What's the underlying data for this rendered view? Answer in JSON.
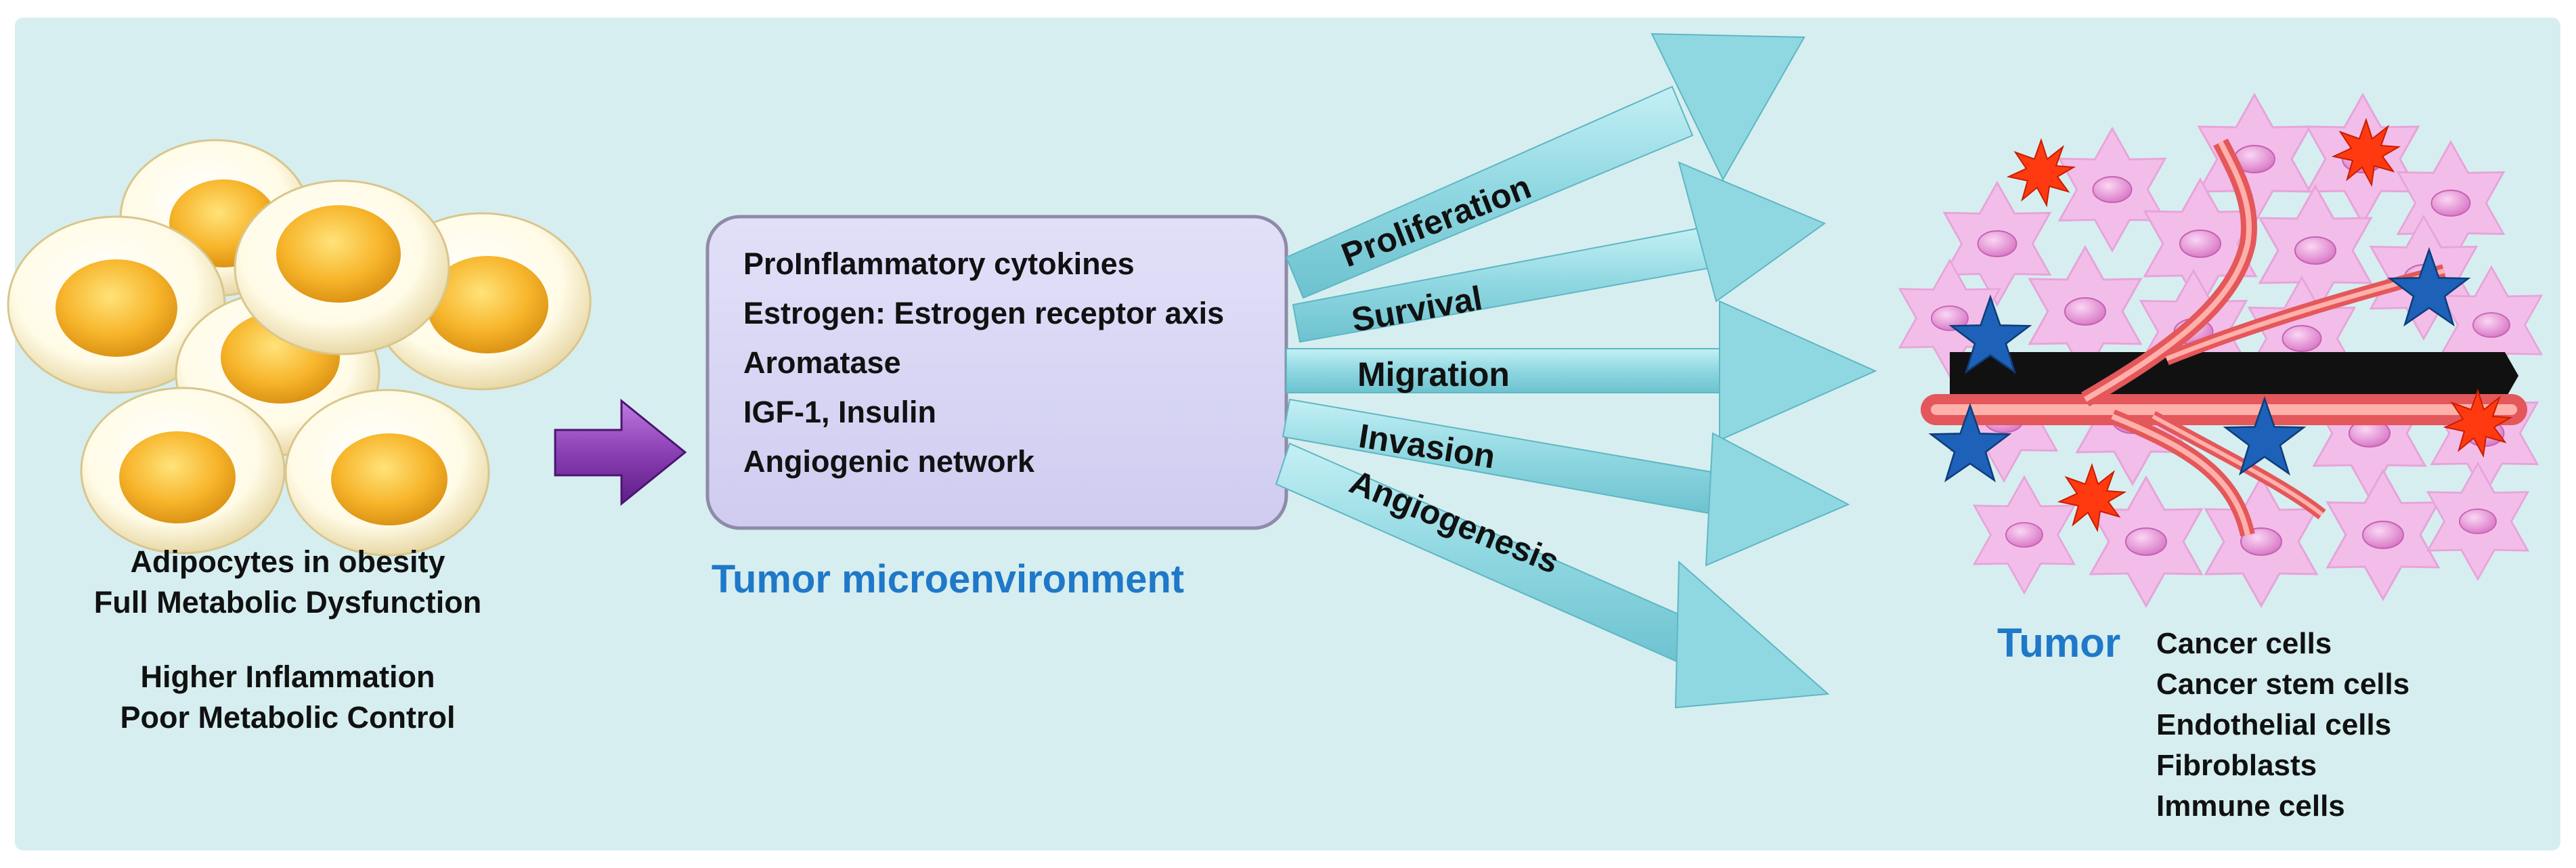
{
  "adipocytes": {
    "caption_line1": "Adipocytes in obesity",
    "caption_line2": "Full Metabolic Dysfunction",
    "caption_line3": "Higher Inflammation",
    "caption_line4": "Poor Metabolic Control"
  },
  "microenvironment": {
    "items": [
      "ProInflammatory cytokines",
      "Estrogen: Estrogen receptor axis",
      "Aromatase",
      "IGF-1, Insulin",
      "Angiogenic network"
    ],
    "title": "Tumor microenvironment"
  },
  "effects": [
    "Proliferation",
    "Survival",
    "Migration",
    "Invasion",
    "Angiogenesis"
  ],
  "tumor": {
    "title": "Tumor",
    "components": [
      "Cancer cells",
      "Cancer stem cells",
      "Endothelial cells",
      "Fibroblasts",
      "Immune cells"
    ]
  },
  "colors": {
    "background": "#d6eef0",
    "box_fill": "#d6d4f3",
    "arrow_fill": "#a7e0e7",
    "purple_arrow": "#8b3fb4",
    "title_blue": "#1f78c8",
    "cell_pink": "#f3bde9",
    "star_blue": "#1d62b8",
    "burst_red": "#ff3a10"
  }
}
